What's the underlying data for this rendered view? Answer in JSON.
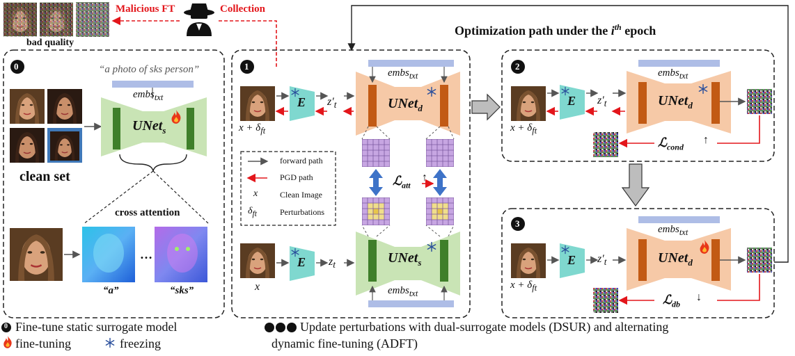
{
  "top": {
    "malicious_ft": "Malicious FT",
    "collection": "Collection",
    "bad_quality": "bad quality",
    "optimization_title_pre": "Optimization path under the ",
    "optimization_title_sup": "th",
    "optimization_title_i": "i",
    "optimization_title_post": " epoch"
  },
  "panel0": {
    "num": "0",
    "prompt": "“a photo of sks person”",
    "embs": "embs",
    "embs_sub": "txt",
    "unet": "UNet",
    "unet_sub": "s",
    "clean_set": "clean set",
    "cross_attention": "cross attention",
    "dots": "…",
    "word_a": "“a”",
    "word_sks": "“sks”"
  },
  "panel1": {
    "num": "1",
    "x_delta": "x + δ",
    "x_delta_sub": "ft",
    "E": "E",
    "zt_prime": "z′",
    "zt_sub": "t",
    "unet_d": "UNet",
    "unet_d_sub": "d",
    "unet_s": "UNet",
    "unet_s_sub": "s",
    "embs": "embs",
    "embs_sub": "txt",
    "x": "x",
    "zt": "z",
    "loss": "ℒ",
    "loss_sub": "att",
    "loss_arrow": "↑"
  },
  "legend": {
    "forward": "forward path",
    "pgd": "PGD path",
    "x_sym": "x",
    "clean": "Clean Image",
    "delta_sym": "δ",
    "delta_sub": "ft",
    "perturb": "Perturbations"
  },
  "panel2": {
    "num": "2",
    "x_delta": "x + δ",
    "x_delta_sub": "ft",
    "E": "E",
    "zt_prime": "z′",
    "zt_sub": "t",
    "embs": "embs",
    "embs_sub": "txt",
    "unet_d": "UNet",
    "unet_d_sub": "d",
    "loss": "ℒ",
    "loss_sub": "cond",
    "loss_arrow": "↑"
  },
  "panel3": {
    "num": "3",
    "x_delta": "x + δ",
    "x_delta_sub": "ft",
    "E": "E",
    "zt_prime": "z′",
    "zt_sub": "t",
    "embs": "embs",
    "embs_sub": "txt",
    "unet_d": "UNet",
    "unet_d_sub": "d",
    "loss": "ℒ",
    "loss_sub": "db",
    "loss_arrow": "↓"
  },
  "captions": {
    "c0_num": "0",
    "c0": "Fine-tune static surrogate model",
    "fine_tuning": "fine-tuning",
    "freezing": "freezing",
    "c123_line1": "Update perturbations with dual-surrogate models (DSUR) and alternating",
    "c123_line2": "dynamic fine-tuning (ADFT)"
  },
  "colors": {
    "red": "#e3161b",
    "unet_green_fill": "#c9e4b5",
    "unet_green_bar": "#3f7f2a",
    "unet_orange_fill": "#f6c9a7",
    "unet_orange_bar": "#c25a14",
    "encoder_teal": "#7fd8cf",
    "embs_blue": "#aebde6",
    "attn_purple": "#c7a6e2",
    "attn_yellow": "#f0de8a",
    "double_arrow_blue": "#3e73c8"
  },
  "icons": [
    "hacker-icon",
    "fire-icon",
    "snowflake-icon",
    "gray-block-arrow-icon"
  ]
}
